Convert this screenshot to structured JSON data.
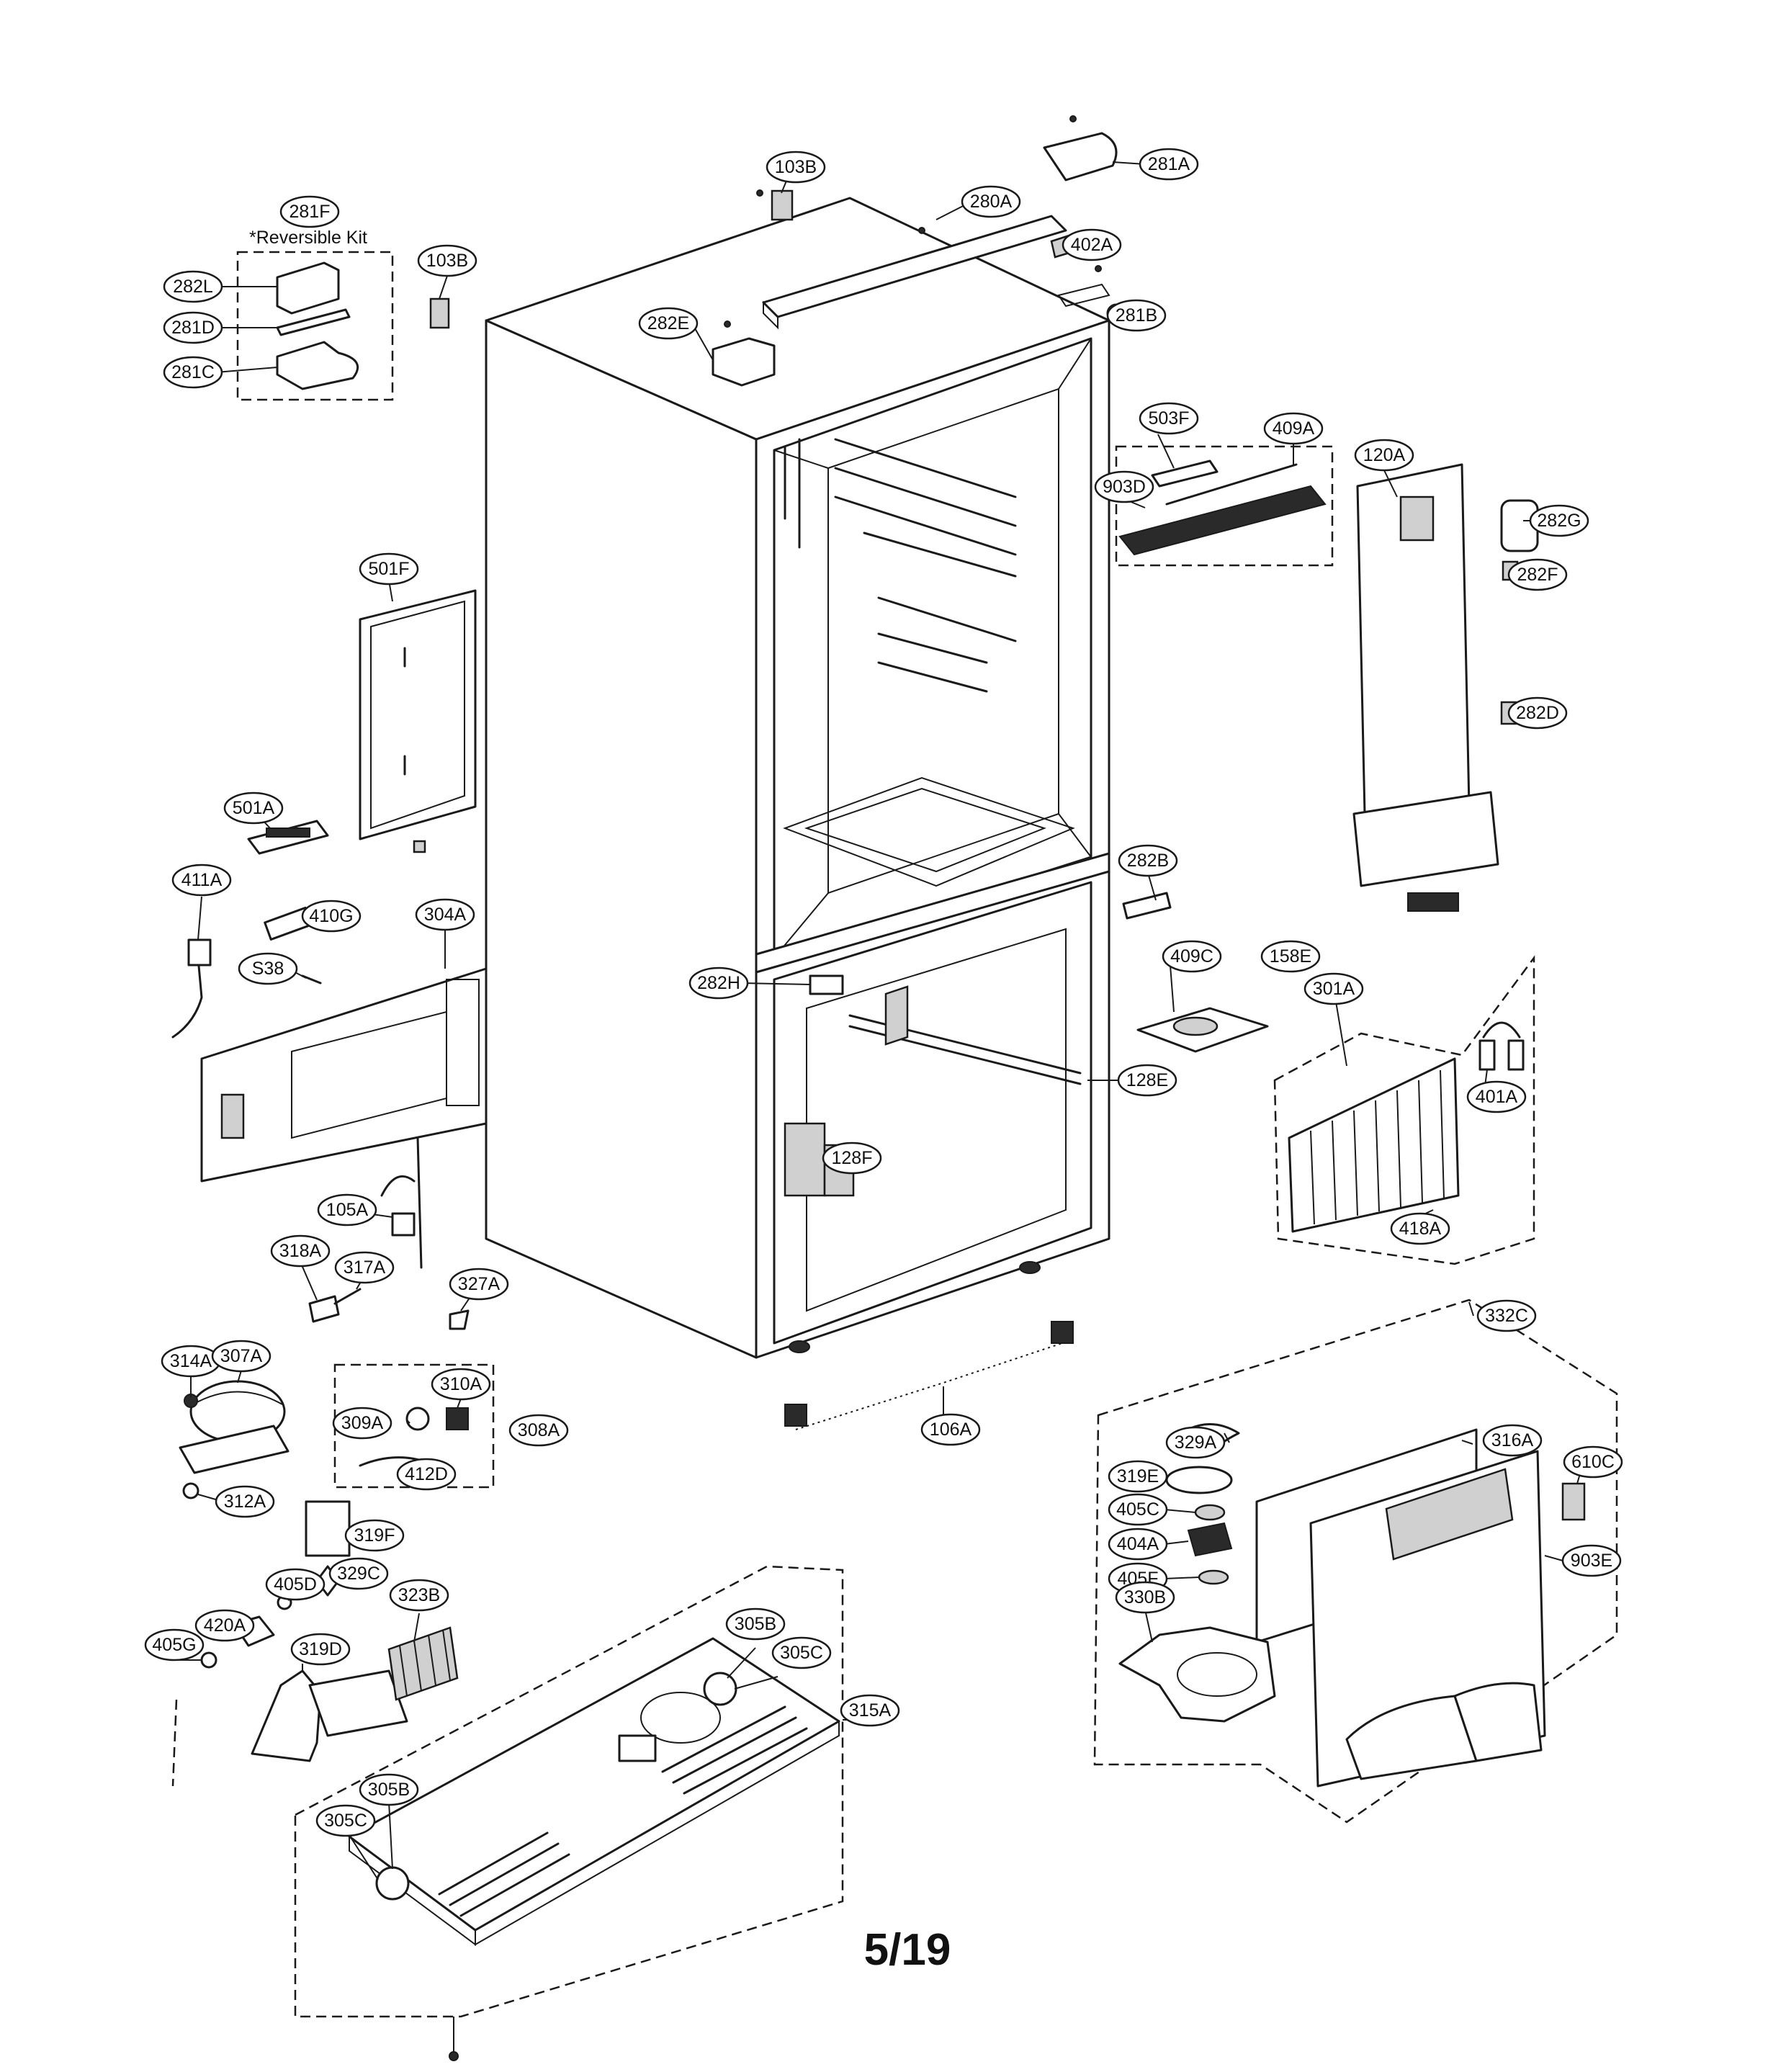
{
  "page_number": "5/19",
  "reversible_kit_note": "*Reversible Kit",
  "callouts": [
    {
      "id": "103B-top",
      "label": "103B"
    },
    {
      "id": "281A",
      "label": "281A"
    },
    {
      "id": "280A",
      "label": "280A"
    },
    {
      "id": "402A",
      "label": "402A"
    },
    {
      "id": "281B",
      "label": "281B"
    },
    {
      "id": "281F",
      "label": "281F"
    },
    {
      "id": "103B-left",
      "label": "103B"
    },
    {
      "id": "282L",
      "label": "282L"
    },
    {
      "id": "281D",
      "label": "281D"
    },
    {
      "id": "281C",
      "label": "281C"
    },
    {
      "id": "282E",
      "label": "282E"
    },
    {
      "id": "503F",
      "label": "503F"
    },
    {
      "id": "409A",
      "label": "409A"
    },
    {
      "id": "903D",
      "label": "903D"
    },
    {
      "id": "120A",
      "label": "120A"
    },
    {
      "id": "282G",
      "label": "282G"
    },
    {
      "id": "282F",
      "label": "282F"
    },
    {
      "id": "282D",
      "label": "282D"
    },
    {
      "id": "501F",
      "label": "501F"
    },
    {
      "id": "501A",
      "label": "501A"
    },
    {
      "id": "411A",
      "label": "411A"
    },
    {
      "id": "410G",
      "label": "410G"
    },
    {
      "id": "304A",
      "label": "304A"
    },
    {
      "id": "S38",
      "label": "S38"
    },
    {
      "id": "282B",
      "label": "282B"
    },
    {
      "id": "409C",
      "label": "409C"
    },
    {
      "id": "158E",
      "label": "158E"
    },
    {
      "id": "282H",
      "label": "282H"
    },
    {
      "id": "301A",
      "label": "301A"
    },
    {
      "id": "401A",
      "label": "401A"
    },
    {
      "id": "128E",
      "label": "128E"
    },
    {
      "id": "128F",
      "label": "128F"
    },
    {
      "id": "418A",
      "label": "418A"
    },
    {
      "id": "105A",
      "label": "105A"
    },
    {
      "id": "318A",
      "label": "318A"
    },
    {
      "id": "317A",
      "label": "317A"
    },
    {
      "id": "327A",
      "label": "327A"
    },
    {
      "id": "332C",
      "label": "332C"
    },
    {
      "id": "314A",
      "label": "314A"
    },
    {
      "id": "307A",
      "label": "307A"
    },
    {
      "id": "310A",
      "label": "310A"
    },
    {
      "id": "309A",
      "label": "309A"
    },
    {
      "id": "308A",
      "label": "308A"
    },
    {
      "id": "412D",
      "label": "412D"
    },
    {
      "id": "106A",
      "label": "106A"
    },
    {
      "id": "312A",
      "label": "312A"
    },
    {
      "id": "329A",
      "label": "329A"
    },
    {
      "id": "316A",
      "label": "316A"
    },
    {
      "id": "610C",
      "label": "610C"
    },
    {
      "id": "319E",
      "label": "319E"
    },
    {
      "id": "405C",
      "label": "405C"
    },
    {
      "id": "404A",
      "label": "404A"
    },
    {
      "id": "903E",
      "label": "903E"
    },
    {
      "id": "405F",
      "label": "405F"
    },
    {
      "id": "330B",
      "label": "330B"
    },
    {
      "id": "319F",
      "label": "319F"
    },
    {
      "id": "405D",
      "label": "405D"
    },
    {
      "id": "329C",
      "label": "329C"
    },
    {
      "id": "323B",
      "label": "323B"
    },
    {
      "id": "420A",
      "label": "420A"
    },
    {
      "id": "405G",
      "label": "405G"
    },
    {
      "id": "319D",
      "label": "319D"
    },
    {
      "id": "305B-top",
      "label": "305B"
    },
    {
      "id": "305C-top",
      "label": "305C"
    },
    {
      "id": "315A",
      "label": "315A"
    },
    {
      "id": "305B-bottom",
      "label": "305B"
    },
    {
      "id": "305C-bottom",
      "label": "305C"
    }
  ]
}
